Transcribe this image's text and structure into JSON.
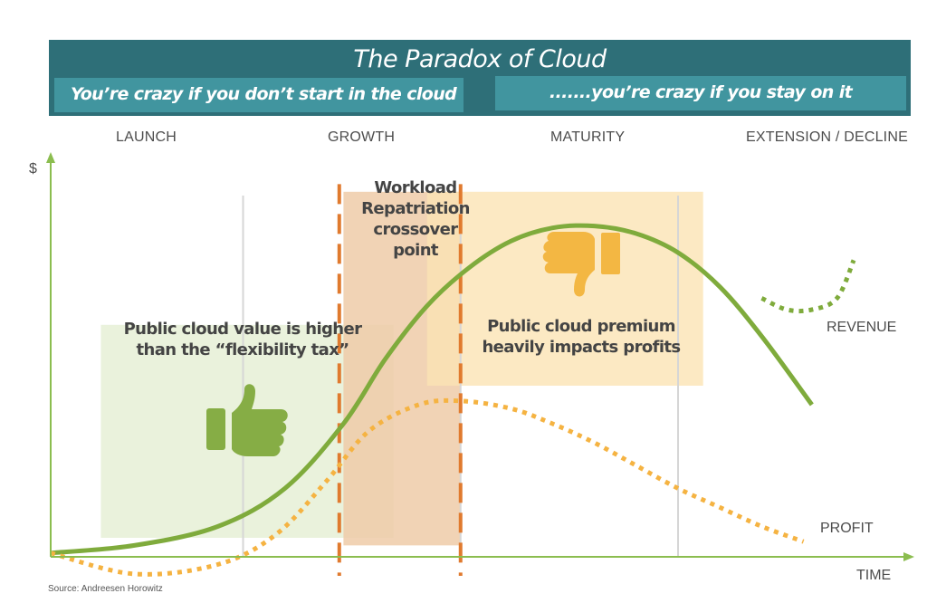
{
  "banner": {
    "title": "The Paradox of Cloud",
    "left_subtitle": "You’re crazy if you don’t start in the cloud",
    "right_subtitle": ".......you’re crazy if you stay on it"
  },
  "colors": {
    "banner": "#2e6f78",
    "subtitle_bg": "#41959f",
    "revenue": "#7fab3c",
    "profit": "#f5b342",
    "crossover_dash": "#e07a2e",
    "green_zone": "#e6f0d6",
    "orange_zone": "#efcba8",
    "yellow_zone": "#fbe4b4",
    "axis": "#8bbd4f",
    "thumbs_up": "#86ad45",
    "thumbs_down": "#f3b743"
  },
  "chart_data": {
    "type": "line",
    "title": "The Paradox of Cloud",
    "xlabel": "TIME",
    "ylabel": "$",
    "xlim": [
      0,
      100
    ],
    "ylim": [
      -10,
      100
    ],
    "grid": false,
    "stages": [
      "LAUNCH",
      "GROWTH",
      "MATURITY",
      "EXTENSION / DECLINE"
    ],
    "stage_boundaries": [
      23,
      49,
      75
    ],
    "series": [
      {
        "name": "REVENUE",
        "style": "solid",
        "x": [
          0,
          10,
          20,
          28,
          35,
          40,
          45,
          50,
          55,
          60,
          65,
          70,
          75,
          80,
          85,
          91
        ],
        "y": [
          1,
          3,
          8,
          18,
          35,
          52,
          66,
          76,
          83,
          86.5,
          87,
          85,
          80,
          71,
          58,
          40
        ]
      },
      {
        "name": "REVENUE (extension)",
        "style": "dotted",
        "x": [
          85,
          88,
          91,
          94,
          96
        ],
        "y": [
          68,
          65,
          65,
          68,
          78
        ]
      },
      {
        "name": "PROFIT",
        "style": "dotted",
        "x": [
          0,
          10,
          20,
          27,
          33,
          38,
          44,
          49,
          55,
          60,
          65,
          70,
          75,
          80,
          85,
          90
        ],
        "y": [
          1,
          -4.5,
          -2,
          6,
          20,
          33,
          40,
          41,
          39,
          35,
          30,
          24,
          18,
          13,
          8,
          4
        ]
      }
    ],
    "annotations": [
      {
        "text": "Public cloud value is higher than the “flexibility tax”",
        "icon": "thumbs-up-icon",
        "zone": "green"
      },
      {
        "text": "Workload Repatriation crossover point",
        "zone": "orange"
      },
      {
        "text": "Public cloud premium heavily impacts profits",
        "icon": "thumbs-down-icon",
        "zone": "yellow"
      }
    ],
    "zones": [
      {
        "name": "green",
        "x": [
          6,
          41
        ],
        "y": [
          5,
          61
        ]
      },
      {
        "name": "orange",
        "x": [
          35,
          49
        ],
        "y": [
          3,
          96
        ]
      },
      {
        "name": "yellow",
        "x": [
          45,
          78
        ],
        "y": [
          45,
          96
        ]
      }
    ],
    "crossover_x": [
      34.5,
      49
    ]
  },
  "labels": {
    "revenue": "REVENUE",
    "profit": "PROFIT",
    "time": "TIME",
    "dollar": "$",
    "green_text_1": "Public cloud value is higher",
    "green_text_2": "than the “flexibility tax”",
    "crossover_1": "Workload",
    "crossover_2": "Repatriation",
    "crossover_3": "crossover",
    "crossover_4": "point",
    "yellow_text_1": "Public cloud premium",
    "yellow_text_2": "heavily impacts profits"
  },
  "source": "Source: Andreesen Horowitz"
}
